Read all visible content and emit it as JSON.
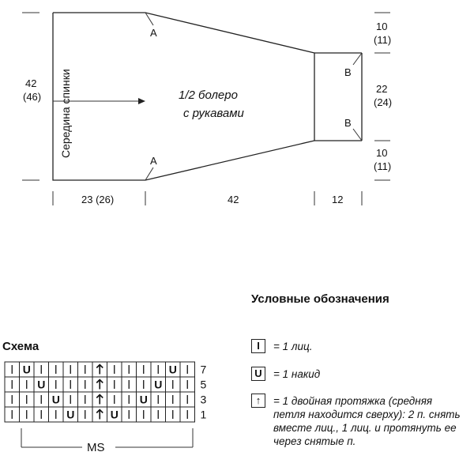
{
  "pattern": {
    "center_label": "Середина спинки",
    "title_line1": "1/2 болеро",
    "title_line2": "с рукавами",
    "marker_a": "A",
    "marker_b": "B",
    "left_height": "42",
    "left_height_alt": "(46)",
    "right_top": "10",
    "right_top_alt": "(11)",
    "right_mid": "22",
    "right_mid_alt": "(24)",
    "right_bottom": "10",
    "right_bottom_alt": "(11)",
    "bottom_left": "23 (26)",
    "bottom_mid": "42",
    "bottom_right": "12"
  },
  "chart": {
    "title": "Схема",
    "repeat_label": "MS",
    "row_numbers": [
      "7",
      "5",
      "3",
      "1"
    ],
    "rows": [
      [
        "I",
        "U",
        "I",
        "I",
        "I",
        "I",
        "^",
        "I",
        "I",
        "I",
        "I",
        "U",
        "I"
      ],
      [
        "I",
        "I",
        "U",
        "I",
        "I",
        "I",
        "^",
        "I",
        "I",
        "I",
        "U",
        "I",
        "I"
      ],
      [
        "I",
        "I",
        "I",
        "U",
        "I",
        "I",
        "^",
        "I",
        "I",
        "U",
        "I",
        "I",
        "I"
      ],
      [
        "I",
        "I",
        "I",
        "I",
        "U",
        "I",
        "^",
        "U",
        "I",
        "I",
        "I",
        "I",
        "I"
      ]
    ]
  },
  "legend": {
    "title": "Условные обозначения",
    "items": [
      {
        "symbol": "I",
        "text": "= 1 лиц."
      },
      {
        "symbol": "U",
        "text": "= 1 накид"
      },
      {
        "symbol": "↑",
        "text": "= 1 двойная протяжка (средняя петля находится сверху): 2 п. снять вместе лиц., 1 лиц. и протянуть ее через снятые п."
      }
    ]
  }
}
